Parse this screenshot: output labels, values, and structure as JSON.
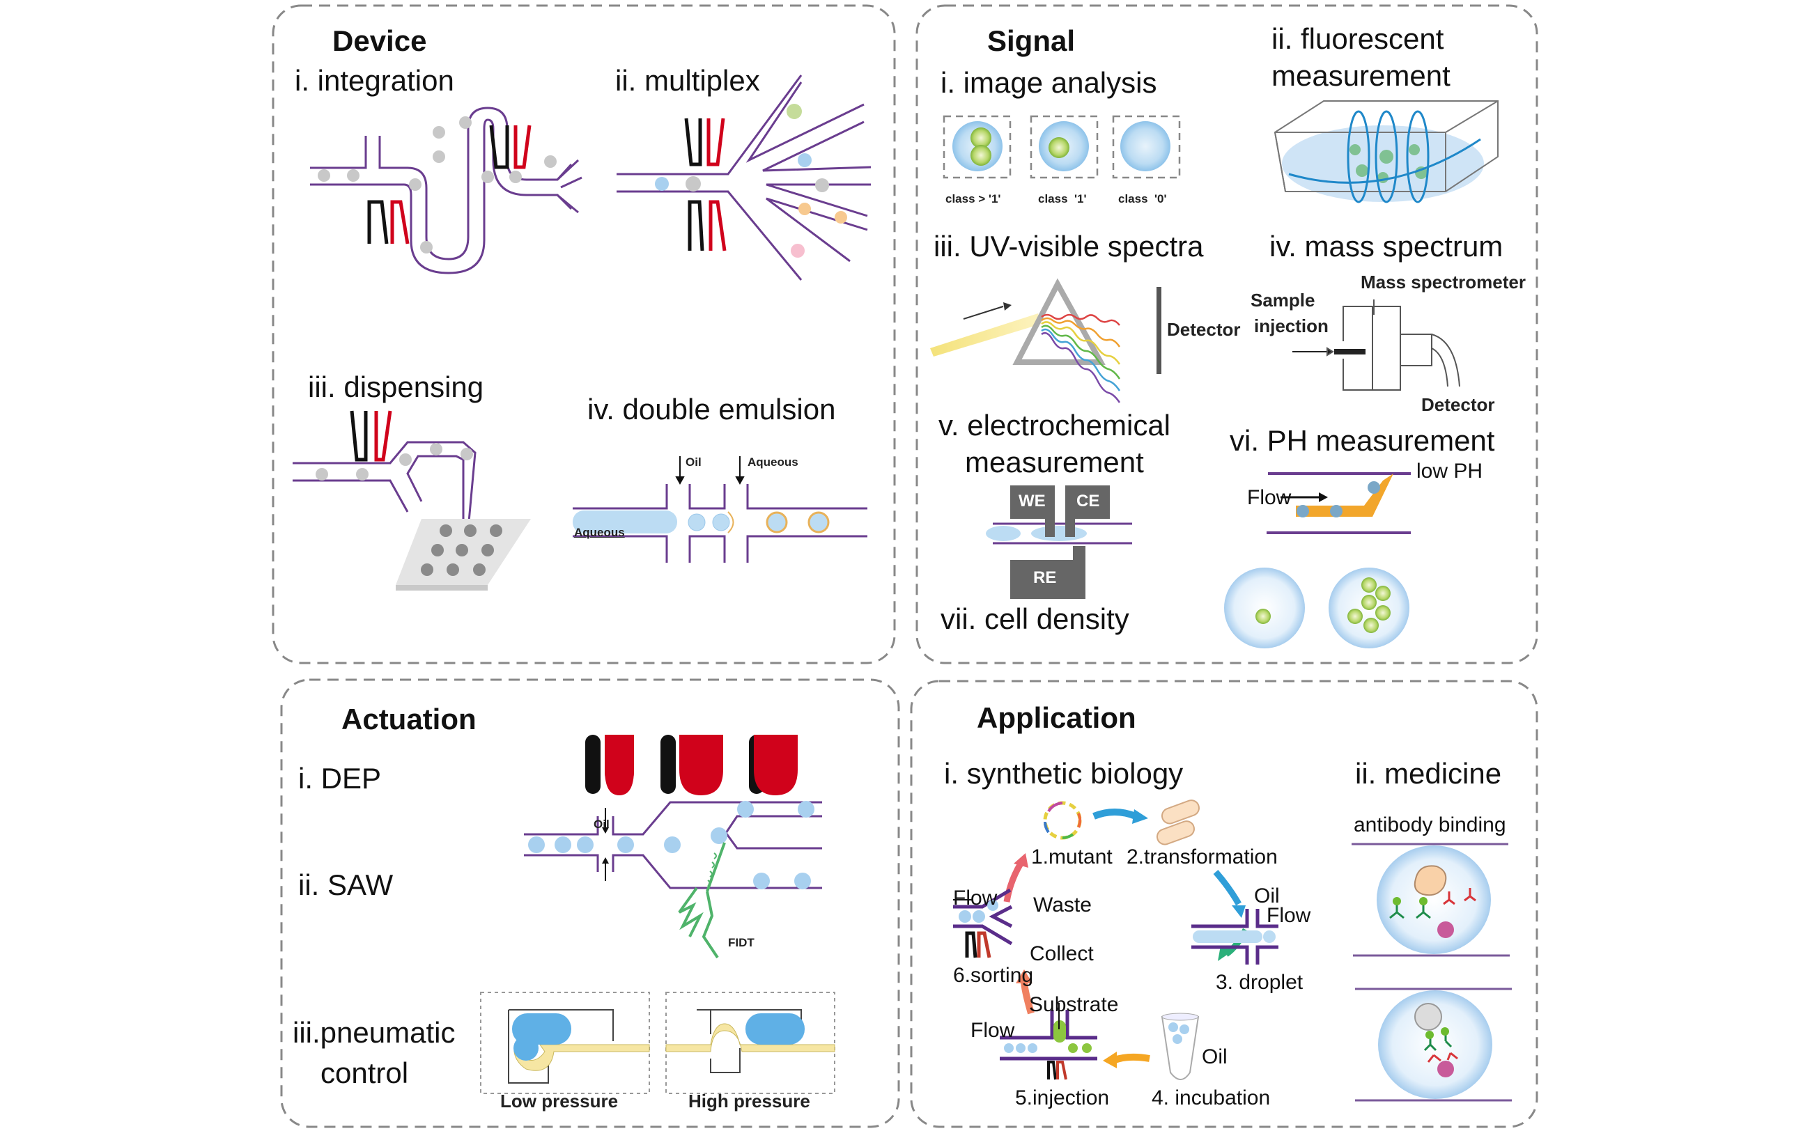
{
  "figure": {
    "panels": [
      {
        "title": "Device",
        "subpanels": [
          {
            "label": "i. integration"
          },
          {
            "label": "ii. multiplex"
          },
          {
            "label": "iii. dispensing"
          },
          {
            "label": "iv. double emulsion",
            "annotations": [
              "Oil",
              "Aqueous",
              "Aqueous"
            ]
          }
        ]
      },
      {
        "title": "Signal",
        "subpanels": [
          {
            "label": "i. image analysis",
            "annotations": [
              "class > '1'",
              "class  '1'",
              "class  '0'"
            ]
          },
          {
            "label_lines": [
              "ii. fluorescent",
              "measurement"
            ]
          },
          {
            "label": "iii. UV-visible spectra",
            "annotations": [
              "Detector"
            ]
          },
          {
            "label": "iv. mass spectrum",
            "annotations": [
              "Mass spectrometer",
              "Sample",
              "injection",
              "Detector"
            ]
          },
          {
            "label_lines": [
              "v. electrochemical",
              "measurement"
            ],
            "annotations": [
              "WE",
              "CE",
              "RE"
            ]
          },
          {
            "label": "vi. PH measurement",
            "annotations": [
              "low PH",
              "Flow"
            ]
          },
          {
            "label": "vii. cell density"
          }
        ]
      },
      {
        "title": "Actuation",
        "subpanels": [
          {
            "label": "i. DEP"
          },
          {
            "label": "ii. SAW",
            "annotations": [
              "Oil",
              "FIDT"
            ]
          },
          {
            "label_lines": [
              "iii.pneumatic",
              "control"
            ],
            "annotations": [
              "Low pressure",
              "High pressure"
            ]
          }
        ]
      },
      {
        "title": "Application",
        "subpanels": [
          {
            "label": "i. synthetic biology",
            "steps": [
              "1.mutant",
              "2.transformation",
              "3. droplet",
              "4. incubation",
              "5.injection",
              "6.sorting"
            ],
            "annotations": [
              "Flow",
              "Waste",
              "Collect",
              "Oil",
              "Flow",
              "Substrate",
              "Flow",
              "Oil"
            ]
          },
          {
            "label": "ii. medicine",
            "annotations": [
              "antibody binding"
            ]
          }
        ]
      }
    ]
  },
  "colors": {
    "channel": "#6a3d8f",
    "electrode_black": "#111111",
    "electrode_red": "#d0021b",
    "droplet_gray": "#c8c8c8",
    "droplet_blue": "#a8d0ef",
    "cell_green": "#8cc63f",
    "border": "#888888"
  }
}
